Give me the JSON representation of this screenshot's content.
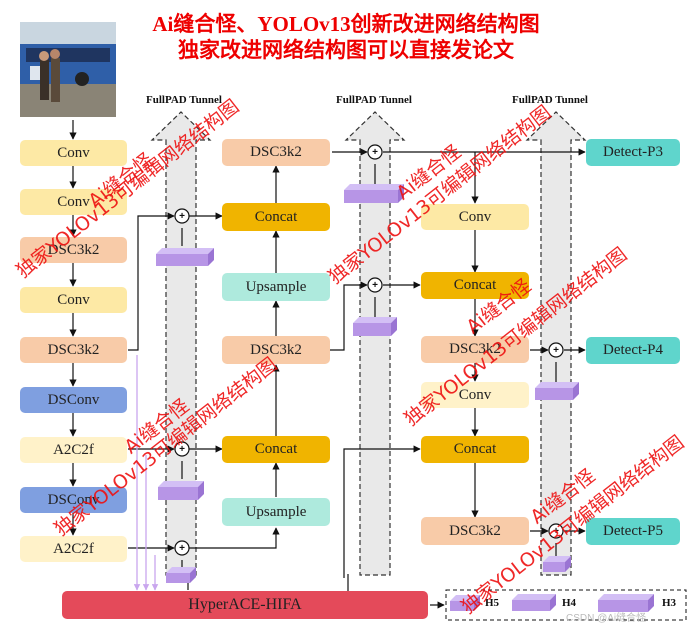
{
  "title": {
    "line1": "Ai缝合怪、YOLOv13创新改进网络结构图",
    "line2": "独家改进网络结构图可以直接发论文"
  },
  "tunnels": [
    "FullPAD Tunnel",
    "FullPAD Tunnel",
    "FullPAD Tunnel"
  ],
  "backbone": [
    "Conv",
    "Conv",
    "DSC3k2",
    "Conv",
    "DSC3k2",
    "DSConv",
    "A2C2f",
    "DSConv",
    "A2C2f"
  ],
  "neck_col2": [
    "DSC3k2",
    "Concat",
    "Upsample",
    "DSC3k2",
    "Concat",
    "Upsample"
  ],
  "neck_col3": [
    "Conv",
    "Concat",
    "DSC3k2",
    "Conv",
    "Concat",
    "DSC3k2"
  ],
  "detect": [
    "Detect-P3",
    "Detect-P4",
    "Detect-P5"
  ],
  "hyper": "HyperACE-HIFA",
  "legend": [
    "H5",
    "H4",
    "H3"
  ],
  "plus_symbol": "+",
  "watermarks": [
    "Ai缝合怪",
    "独家YOLOv13可编辑网络结构图",
    "Ai缝合怪",
    "独家YOLOv13可编辑网络结构图",
    "Ai缝合怪",
    "独家YOLOv13可编辑网络结构图",
    "Ai缝合怪",
    "独家YOLOv13可编辑网络结构图",
    "Ai缝合怪",
    "独家YOLOv13可编辑网络结构图"
  ],
  "credit": "CSDN @Ai缝合怪",
  "colors": {
    "title": "#ee0000",
    "conv": "#fde9a5",
    "dsc3k2": "#f8cba8",
    "dsconv": "#7f9fe0",
    "a2c2f": "#fff2c9",
    "concat": "#f0b400",
    "upsample": "#aeeadd",
    "detect": "#5fd5cc",
    "hyper": "#e44a5a",
    "feature_block": "#b795e6"
  }
}
